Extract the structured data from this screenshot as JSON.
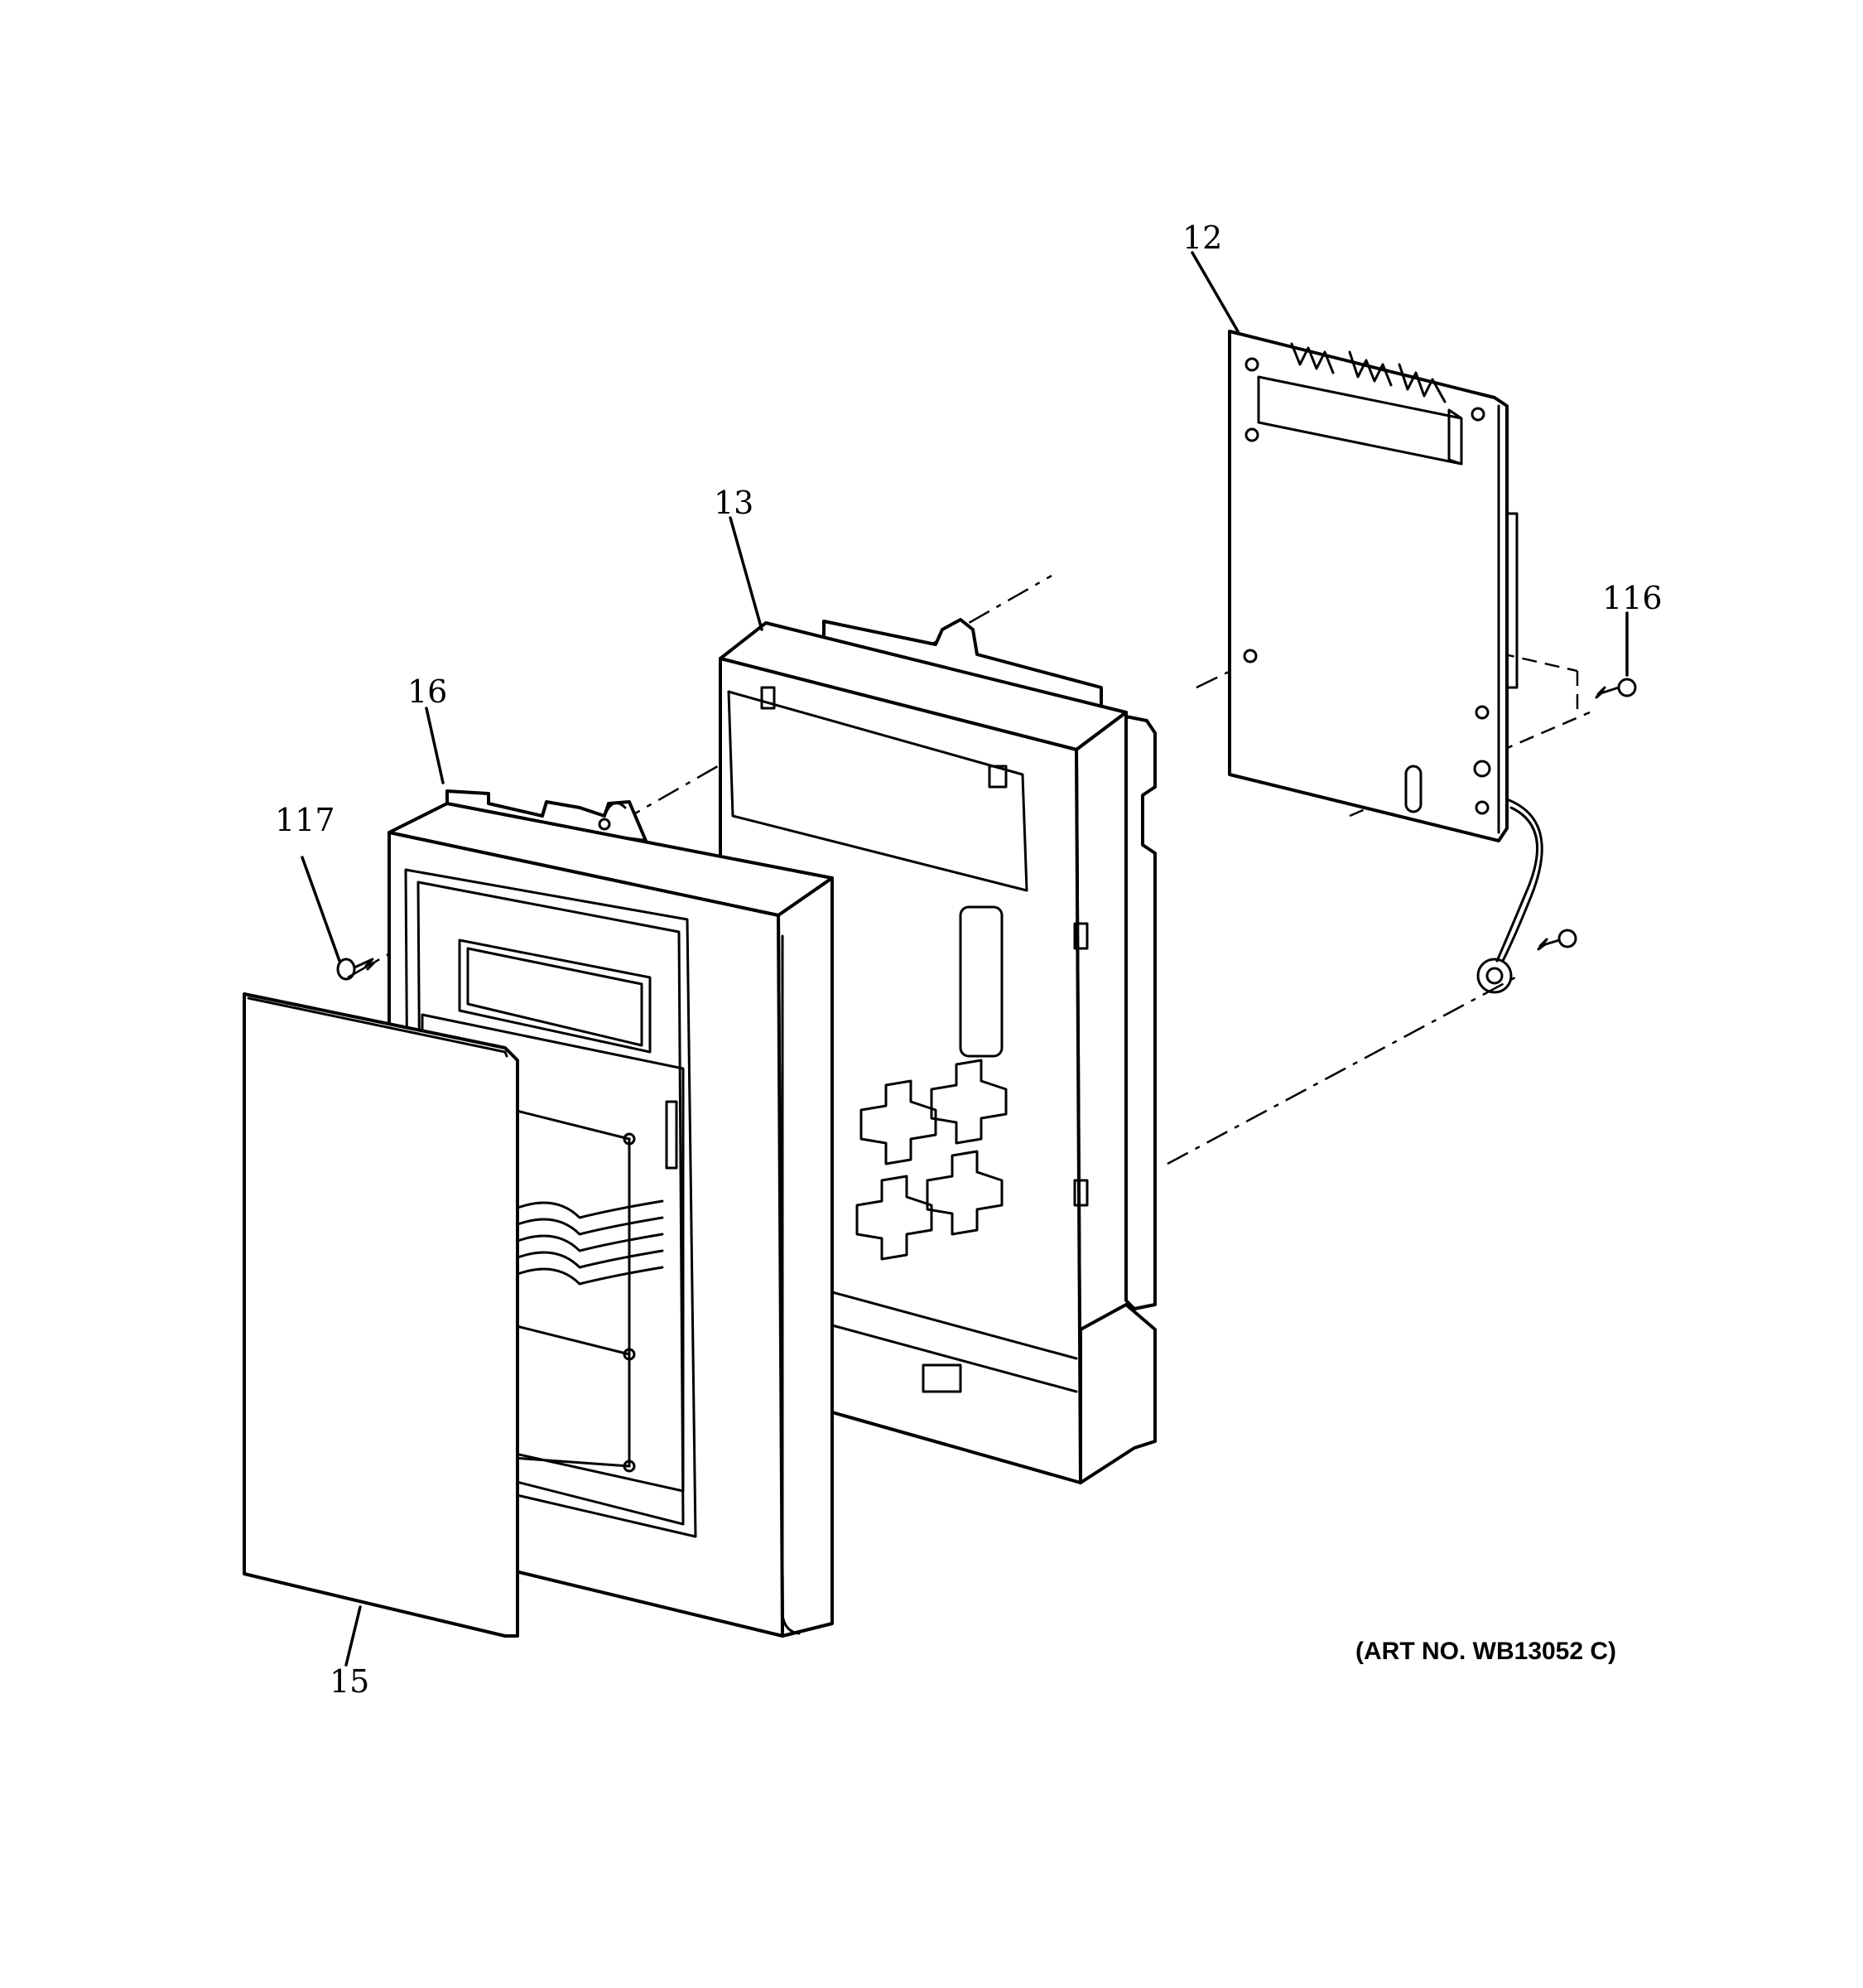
{
  "callouts": {
    "c12": "12",
    "c13": "13",
    "c16": "16",
    "c116": "116",
    "c117": "117",
    "c15": "15"
  },
  "art_number": "(ART NO. WB13052 C)",
  "colors": {
    "line": "#000000",
    "background": "#ffffff"
  }
}
